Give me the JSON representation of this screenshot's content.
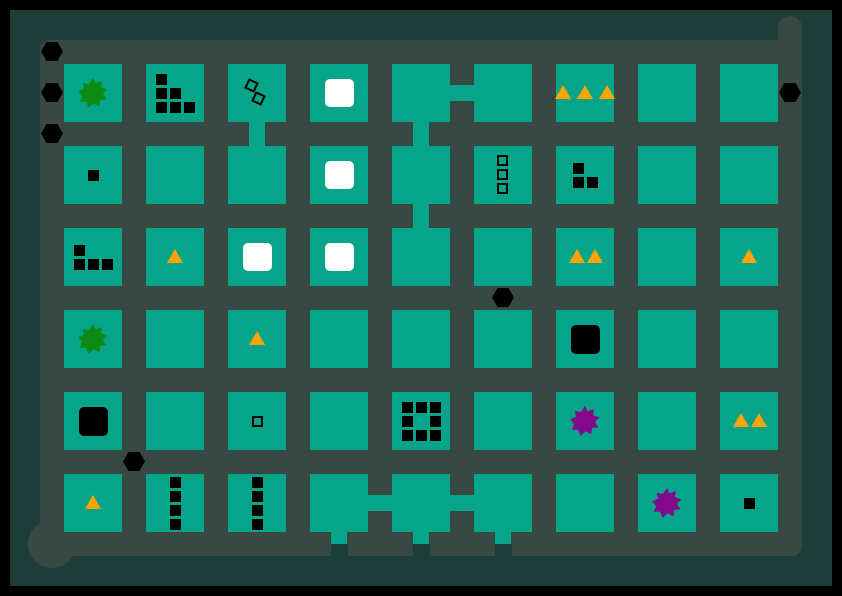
{
  "colors": {
    "outer_border": "#000000",
    "field": "#1d3e38",
    "wall": "#384843",
    "cell": "#06a489",
    "orange": "#ffa500",
    "green_star": "#0b8a14",
    "purple_star": "#800a8a",
    "white_tile": "#ffffff",
    "black_piece": "#000000"
  },
  "grid": {
    "rows": 6,
    "cols": 9
  },
  "connectors": [
    {
      "from": [
        0,
        4
      ],
      "to": [
        0,
        5
      ]
    },
    {
      "from": [
        0,
        2
      ],
      "to": [
        1,
        2
      ]
    },
    {
      "from": [
        0,
        4
      ],
      "to": [
        1,
        4
      ]
    },
    {
      "from": [
        1,
        4
      ],
      "to": [
        2,
        4
      ]
    },
    {
      "from": [
        5,
        3
      ],
      "to": [
        5,
        4
      ]
    },
    {
      "from": [
        5,
        4
      ],
      "to": [
        5,
        5
      ]
    }
  ],
  "pieces": [
    {
      "type": "green-star",
      "cell": [
        0,
        0
      ]
    },
    {
      "type": "square-group-l-large",
      "cell": [
        0,
        1
      ]
    },
    {
      "type": "square-group-diagonal-outline",
      "cell": [
        0,
        2
      ]
    },
    {
      "type": "white-tile",
      "cell": [
        0,
        3
      ]
    },
    {
      "type": "triangles-3",
      "cell": [
        0,
        6
      ]
    },
    {
      "type": "single-square",
      "cell": [
        1,
        0
      ]
    },
    {
      "type": "white-tile",
      "cell": [
        1,
        3
      ]
    },
    {
      "type": "square-group-vertical-outline",
      "cell": [
        1,
        5
      ]
    },
    {
      "type": "square-group-l-small",
      "cell": [
        1,
        6
      ]
    },
    {
      "type": "square-group-l-wide",
      "cell": [
        2,
        0
      ]
    },
    {
      "type": "triangles-1",
      "cell": [
        2,
        1
      ]
    },
    {
      "type": "white-tile",
      "cell": [
        2,
        2
      ]
    },
    {
      "type": "white-tile",
      "cell": [
        2,
        3
      ]
    },
    {
      "type": "triangles-2",
      "cell": [
        2,
        6
      ]
    },
    {
      "type": "triangles-1",
      "cell": [
        2,
        8
      ]
    },
    {
      "type": "green-star",
      "cell": [
        3,
        0
      ]
    },
    {
      "type": "triangles-1",
      "cell": [
        3,
        2
      ]
    },
    {
      "type": "black-tile",
      "cell": [
        3,
        6
      ]
    },
    {
      "type": "black-tile",
      "cell": [
        4,
        0
      ]
    },
    {
      "type": "single-outline-square",
      "cell": [
        4,
        2
      ]
    },
    {
      "type": "square-group-ring",
      "cell": [
        4,
        4
      ]
    },
    {
      "type": "purple-star",
      "cell": [
        4,
        6
      ]
    },
    {
      "type": "triangles-2",
      "cell": [
        4,
        8
      ]
    },
    {
      "type": "triangles-1",
      "cell": [
        5,
        0
      ]
    },
    {
      "type": "square-group-vertical-4",
      "cell": [
        5,
        1
      ]
    },
    {
      "type": "square-group-vertical-4",
      "cell": [
        5,
        2
      ]
    },
    {
      "type": "purple-star",
      "cell": [
        5,
        7
      ]
    },
    {
      "type": "single-square",
      "cell": [
        5,
        8
      ]
    }
  ],
  "hexagons": [
    {
      "id": "h1",
      "at": "wall-left-top"
    },
    {
      "id": "h2",
      "at": "wall-left-row0"
    },
    {
      "id": "h3",
      "at": "wall-left-between-row0-row1"
    },
    {
      "id": "h4",
      "at": "wall-right-row0"
    },
    {
      "id": "h5",
      "at": "wall-between-row2-row3-col5-col6"
    },
    {
      "id": "h6",
      "at": "wall-between-row4-row5-col1"
    }
  ],
  "start_point": "bottom-left",
  "end_point": "top-right"
}
